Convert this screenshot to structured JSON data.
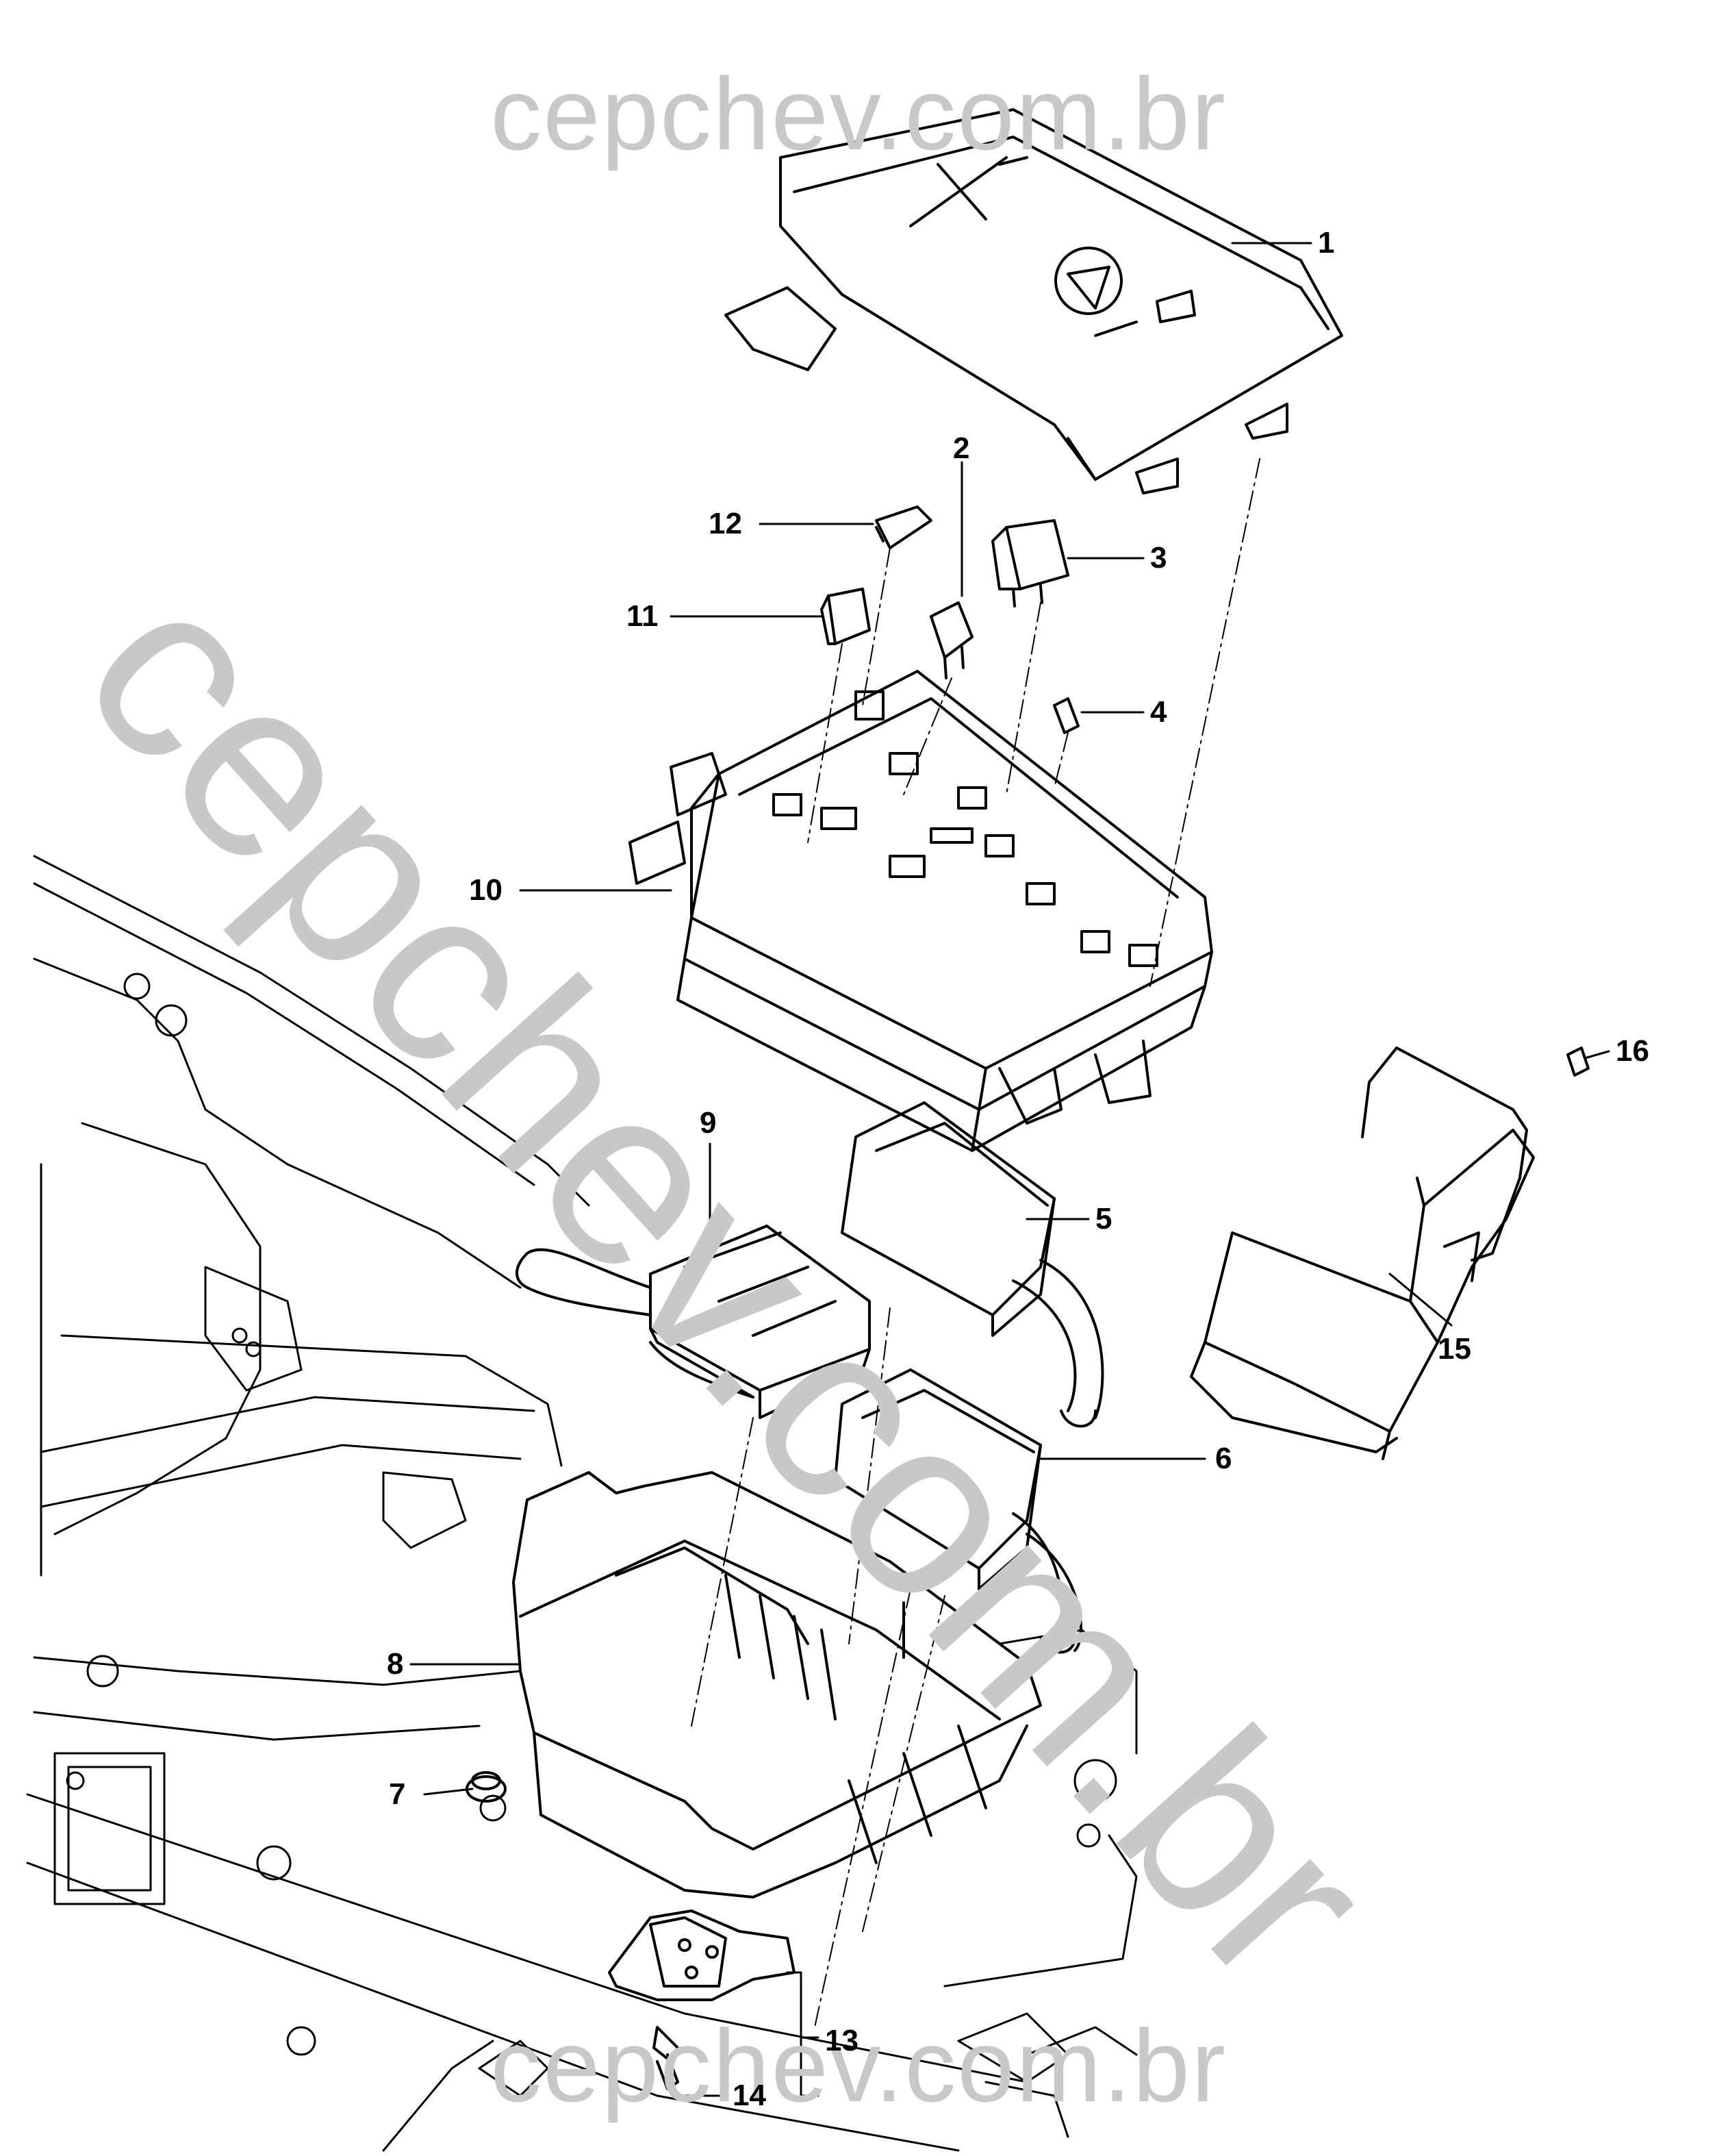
{
  "watermark": {
    "text": "cepchev.com.br"
  },
  "callouts": [
    "1",
    "2",
    "3",
    "4",
    "5",
    "6",
    "7",
    "8",
    "9",
    "10",
    "11",
    "12",
    "13",
    "14",
    "15",
    "16"
  ],
  "colors": {
    "line": "#000000",
    "watermark": "#c8c8c8",
    "background": "#ffffff"
  }
}
